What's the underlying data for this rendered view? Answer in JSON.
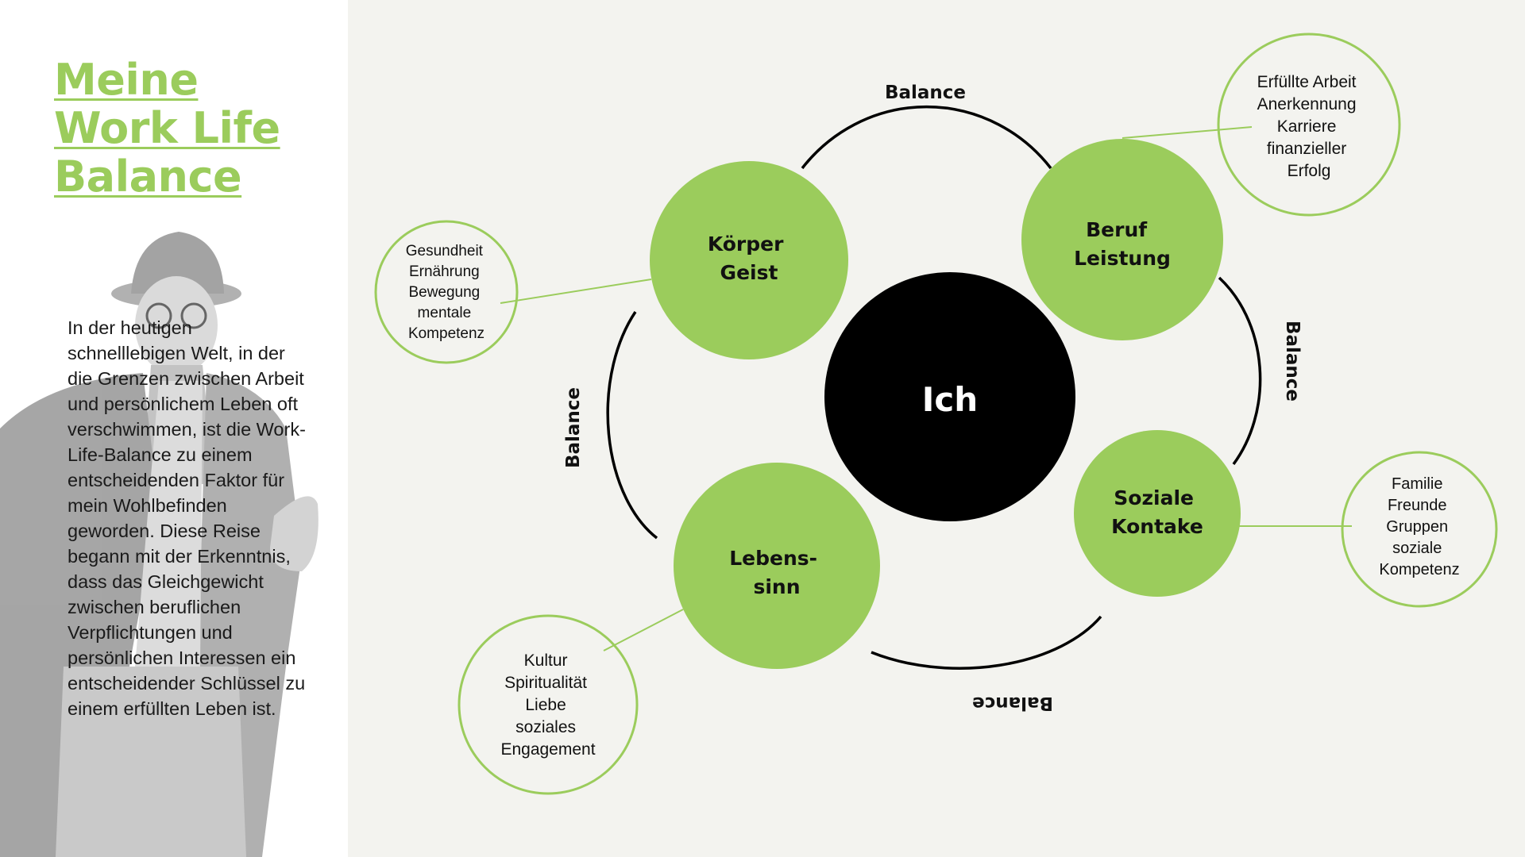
{
  "sidebar": {
    "title_lines": [
      "Meine",
      "Work Life",
      "Balance"
    ],
    "intro_text": "In der heutigen schnelllebigen Welt, in der die Grenzen zwischen Arbeit und persönlichem Leben oft verschwimmen, ist die Work-Life-Balance zu einem entscheidenden Faktor für mein Wohlbefinden geworden. Diese Reise begann mit der Erkenntnis, dass das Gleichgewicht zwischen beruflichen Verpflichtungen und persönlichen Interessen ein entscheidender Schlüssel zu einem erfüllten Leben ist."
  },
  "colors": {
    "accent": "#9bcc5c",
    "center": "#000000",
    "background": "#f3f3ef",
    "text": "#111111"
  },
  "diagram": {
    "center": "Ich",
    "pillars": [
      {
        "lines": [
          "Körper",
          "Geist"
        ],
        "details": [
          "Gesundheit",
          "Ernährung",
          "Bewegung",
          "mentale",
          "Kompetenz"
        ]
      },
      {
        "lines": [
          "Beruf",
          "Leistung"
        ],
        "details": [
          "Erfüllte Arbeit",
          "Anerkennung",
          "Karriere",
          "finanzieller",
          "Erfolg"
        ]
      },
      {
        "lines": [
          "Soziale",
          "Kontake"
        ],
        "details": [
          "Familie",
          "Freunde",
          "Gruppen",
          "soziale",
          "Kompetenz"
        ]
      },
      {
        "lines": [
          "Lebens-",
          "sinn"
        ],
        "details": [
          "Kultur",
          "Spiritualität",
          "Liebe",
          "soziales",
          "Engagement"
        ]
      }
    ],
    "balance_labels": [
      "Balance",
      "Balance",
      "Balance",
      "Balance"
    ]
  }
}
